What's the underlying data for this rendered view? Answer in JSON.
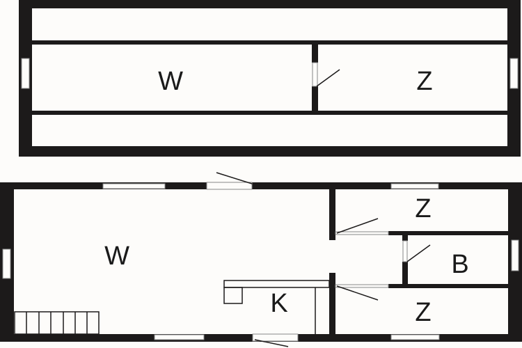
{
  "upper_floor": {
    "rooms": [
      {
        "label": "W"
      },
      {
        "label": "Z"
      }
    ]
  },
  "ground_floor": {
    "rooms": [
      {
        "label": "W"
      },
      {
        "label": "Z"
      },
      {
        "label": "B"
      },
      {
        "label": "K"
      },
      {
        "label": "Z"
      }
    ]
  }
}
